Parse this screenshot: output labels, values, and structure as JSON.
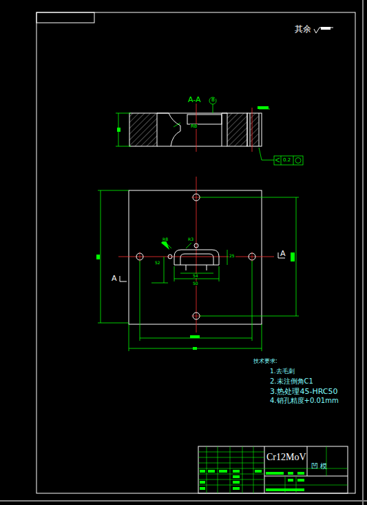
{
  "diagram": {
    "labels": [
      "其余",
      "A-A",
      "A",
      "A",
      "技术要求:",
      "1.去毛刺",
      "2.未注倒角C1",
      "3.热处理45-HRC50",
      "4.销孔精度+0.01mm",
      "Cr12MoV",
      "凹 模",
      "0.2",
      "R8",
      "R8",
      "R3",
      "52",
      "54",
      "50",
      "25",
      "B"
    ]
  }
}
